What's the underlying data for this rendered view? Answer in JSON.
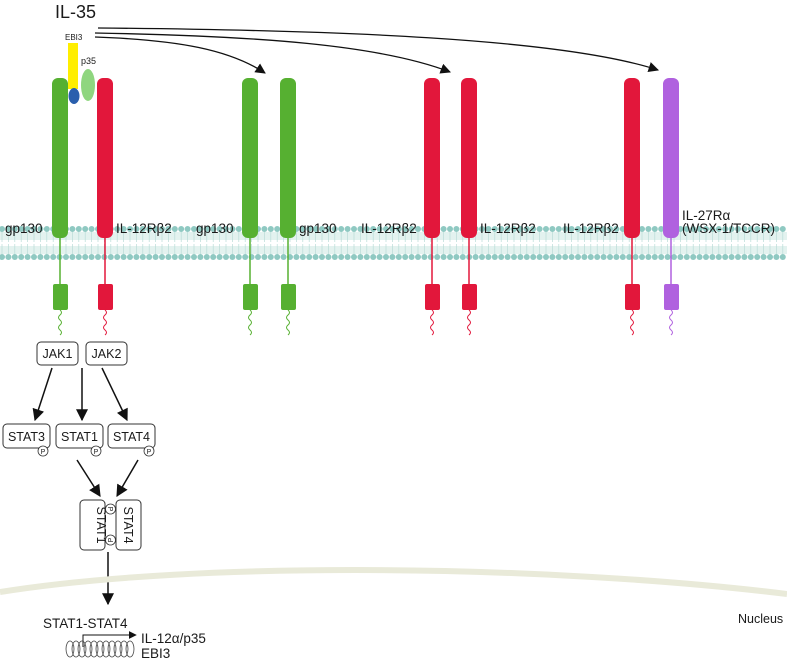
{
  "title": "IL-35",
  "subunits": {
    "ebi3": "EBI3",
    "p35": "p35"
  },
  "receptors": {
    "r1a": "gp130",
    "r1b": "IL-12Rβ2",
    "r2a": "gp130",
    "r2b": "gp130",
    "r3a": "IL-12Rβ2",
    "r3b": "IL-12Rβ2",
    "r4a": "IL-12Rβ2",
    "r4b_line1": "IL-27Rα",
    "r4b_line2": "(WSX-1/TCCR)"
  },
  "jaks": {
    "jak1": "JAK1",
    "jak2": "JAK2"
  },
  "stats": {
    "stat3": "STAT3",
    "stat1": "STAT1",
    "stat4": "STAT4",
    "phospho": "P"
  },
  "dimer": {
    "left": "STAT1",
    "right": "STAT4"
  },
  "nucleus": {
    "label": "Nucleus",
    "factor": "STAT1-STAT4",
    "gene1": "IL-12α/p35",
    "gene2": "EBI3"
  },
  "colors": {
    "gp130": "#56b031",
    "il12rb2": "#e2173b",
    "il27ra": "#b061df",
    "ebi3": "#ffee00",
    "p35": "#8fd67f",
    "blue": "#2a5fad",
    "membrane": "#8fc9c2"
  }
}
